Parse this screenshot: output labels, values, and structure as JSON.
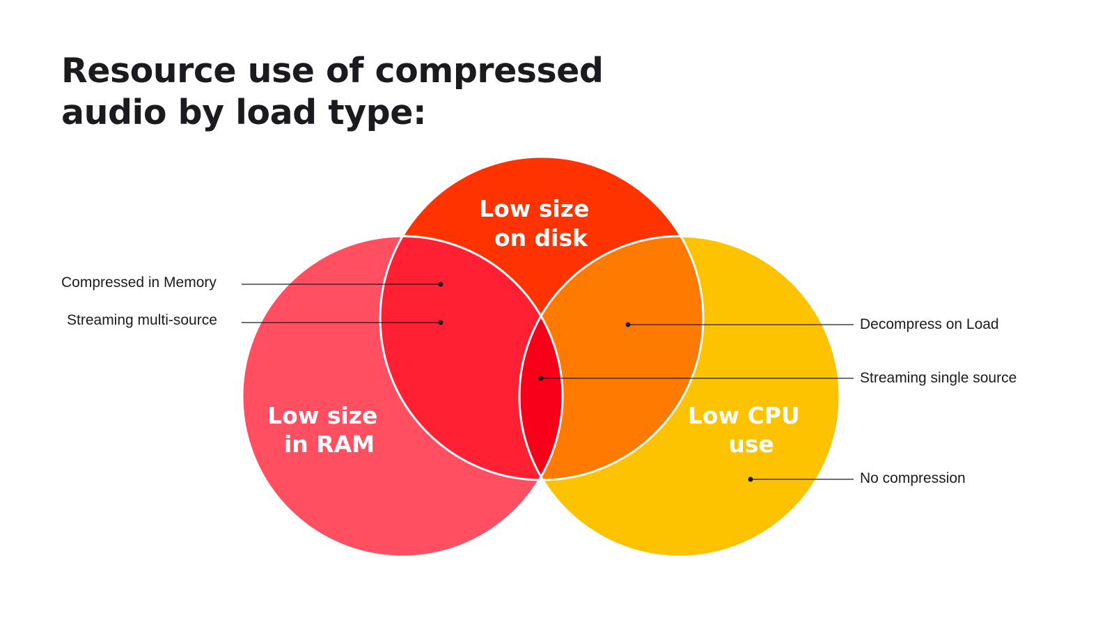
{
  "title": {
    "line1": "Resource use of compressed",
    "line2": "audio by load type:"
  },
  "colors": {
    "disk": "#ff3300",
    "ram": "#ff4f60",
    "cpu": "#fdc200",
    "ram_disk": "#ff2133",
    "disk_cpu": "#ff7a00",
    "ram_cpu": "#ff5f35",
    "all_three": "#f80019",
    "text": "#1b1b1f",
    "outline": "#ffffff"
  },
  "sets": {
    "disk": {
      "line1": "Low size",
      "line2": "on disk"
    },
    "ram": {
      "line1": "Low size",
      "line2": "in RAM"
    },
    "cpu": {
      "line1": "Low CPU",
      "line2": "use"
    }
  },
  "callouts": {
    "compressed_in_memory": "Compressed in Memory",
    "streaming_multi_source": "Streaming multi-source",
    "decompress_on_load": "Decompress on Load",
    "streaming_single_source": "Streaming single source",
    "no_compression": "No compression"
  }
}
